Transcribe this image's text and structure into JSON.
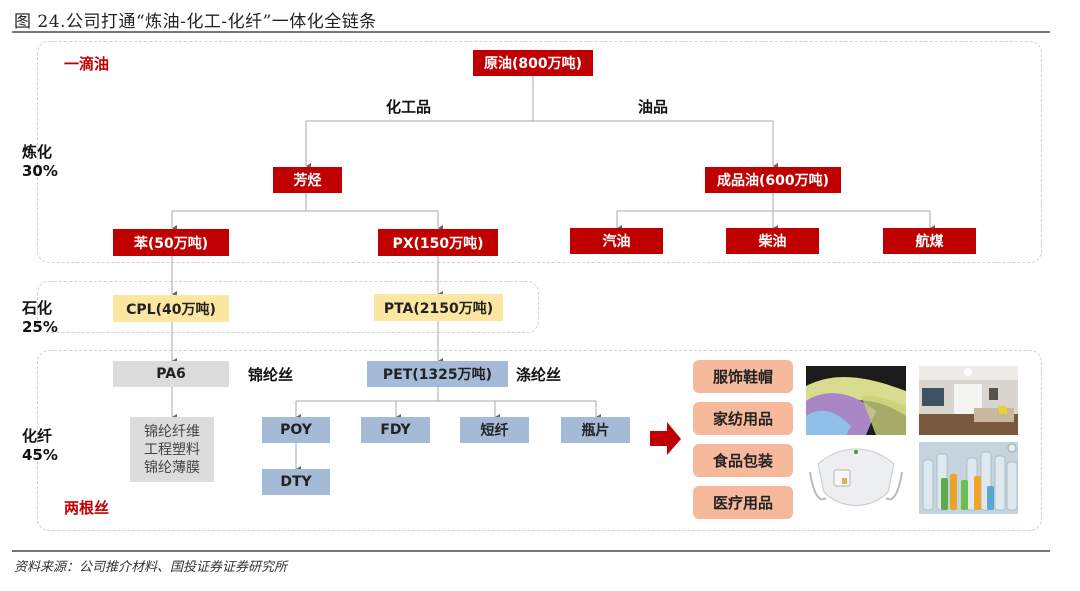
{
  "figure": {
    "title": "图 24.公司打通“炼油-化工-化纤”一体化全链条",
    "source": "资料来源：公司推介材料、国投证券证券研究所"
  },
  "sections": {
    "refining": {
      "name": "炼化",
      "share": "30%",
      "tag": "一滴油"
    },
    "petrochem": {
      "name": "石化",
      "share": "25%"
    },
    "fiber": {
      "name": "化纤",
      "share": "45%",
      "tag": "两根丝"
    }
  },
  "categories": {
    "chemicals": "化工品",
    "oil_products": "油品"
  },
  "nodes": {
    "crude": "原油(800万吨)",
    "aromatics": "芳烃",
    "refined_oil": "成品油(600万吨)",
    "benzene": "苯(50万吨)",
    "px": "PX(150万吨)",
    "gasoline": "汽油",
    "diesel": "柴油",
    "jet_fuel": "航煤",
    "cpl": "CPL(40万吨)",
    "pta": "PTA(2150万吨)",
    "pa6": "PA6",
    "pet": "PET(1325万吨)",
    "nylon_yarn": "锦纶丝",
    "polyester_yarn": "涤纶丝",
    "pa6_products": [
      "锦纶纤维",
      "工程塑料",
      "锦纶薄膜"
    ],
    "poy": "POY",
    "fdy": "FDY",
    "staple": "短纤",
    "bottle_chip": "瓶片",
    "dty": "DTY"
  },
  "applications": [
    "服饰鞋帽",
    "家纺用品",
    "食品包装",
    "医疗用品"
  ],
  "photos": [
    "fabric-photo",
    "home-interior-photo",
    "face-mask-photo",
    "plastic-bottles-photo"
  ],
  "colors": {
    "red": "#c00000",
    "yellow": "#fbe7a2",
    "gray": "#dcdcdc",
    "blue": "#a4bad6",
    "salmon": "#f6b99c"
  }
}
